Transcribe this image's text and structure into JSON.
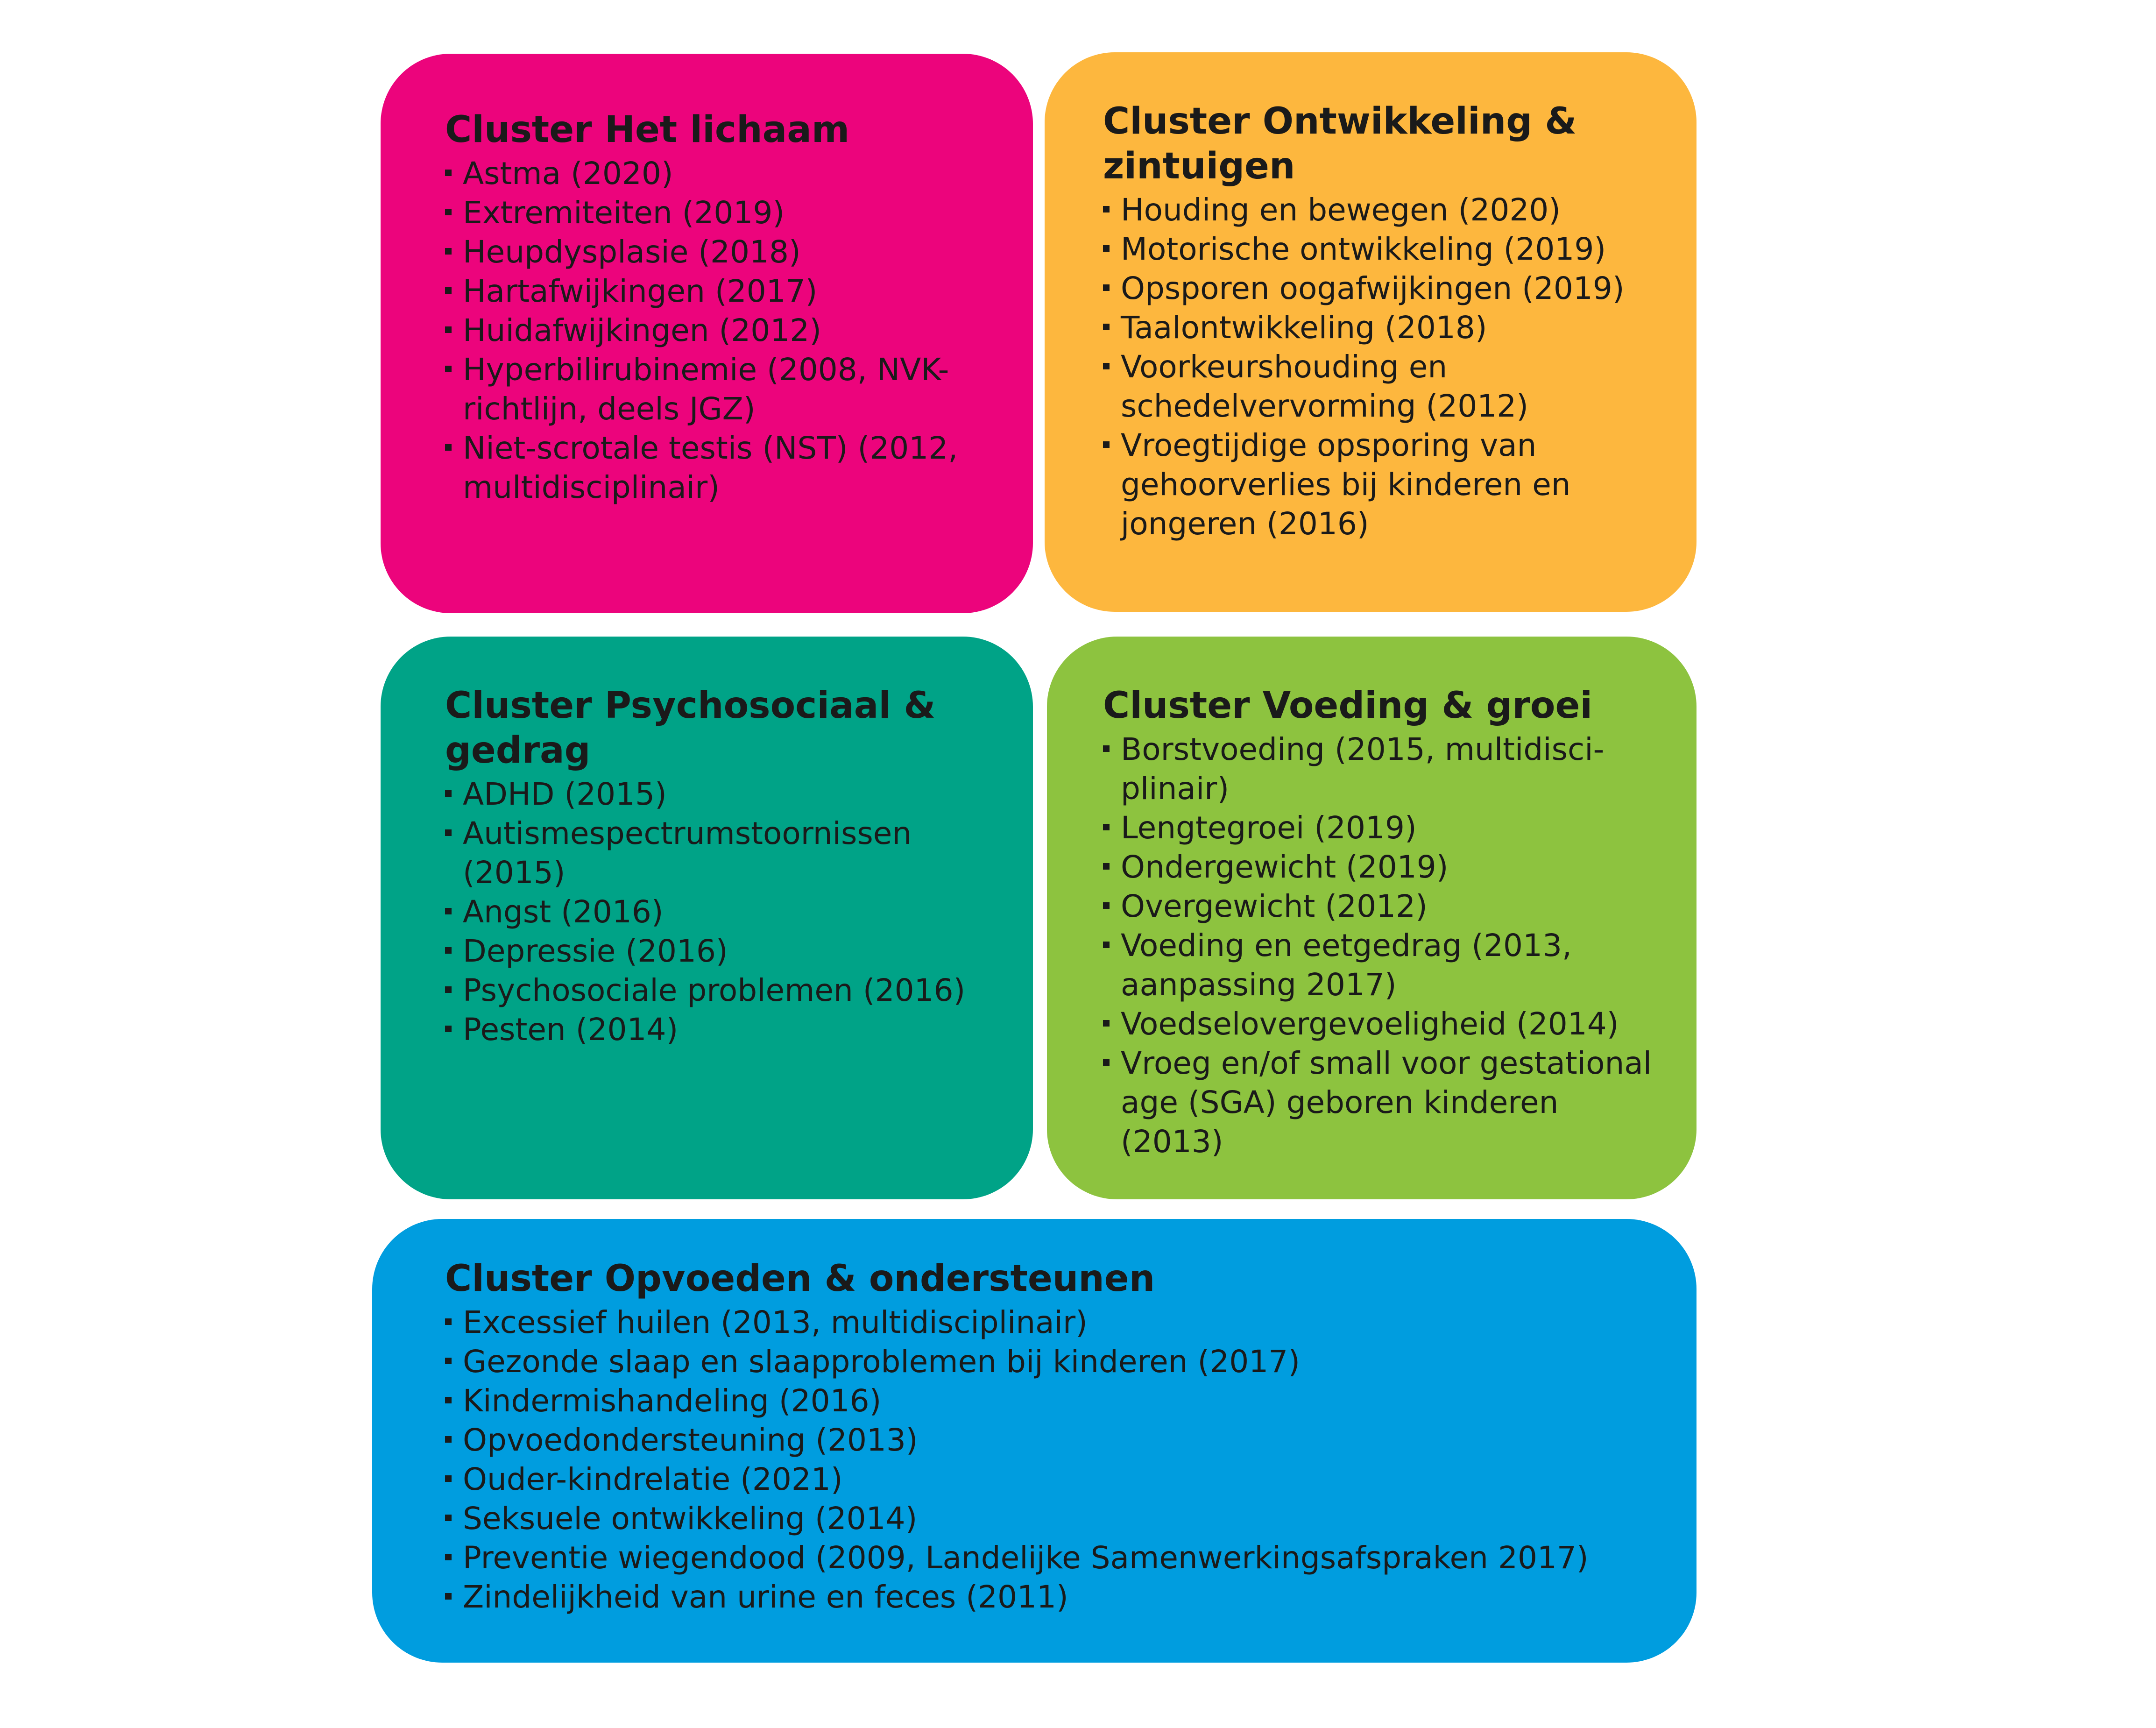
{
  "clusters": {
    "lichaam": {
      "color": "#EC047C",
      "title": "Cluster Het lichaam",
      "items": [
        "Astma (2020)",
        "Extremiteiten (2019)",
        "Heupdysplasie (2018)",
        "Hartafwijkingen (2017)",
        "Huidafwijkingen (2012)",
        "Hyperbilirubinemie (2008, NVK-richtlijn, deels JGZ)",
        "Niet-scrotale testis (NST) (2012, multidisciplinair)"
      ]
    },
    "ontwikkeling": {
      "color": "#FDB73E",
      "title": "Cluster Ontwikkeling & zintuigen",
      "items": [
        "Houding en bewegen (2020)",
        "Motorische ontwikkeling (2019)",
        "Opsporen oogafwijkingen (2019)",
        "Taalontwikkeling (2018)",
        "Voorkeurshouding en schedelvervorming (2012)",
        "Vroegtijdige opsporing van gehoorverlies bij kinderen en jongeren (2016)"
      ]
    },
    "psycho": {
      "color": "#00A387",
      "title": "Cluster Psychosociaal & gedrag",
      "items": [
        "ADHD (2015)",
        "Autismespectrumstoornissen (2015)",
        "Angst (2016)",
        "Depressie (2016)",
        "Psychosociale problemen (2016)",
        "Pesten (2014)"
      ]
    },
    "voeding": {
      "color": "#8DC33F",
      "title": "Cluster Voeding & groei",
      "items": [
        "Borstvoeding (2015, multidisci-plinair)",
        "Lengtegroei (2019)",
        "Ondergewicht (2019)",
        "Overgewicht (2012)",
        "Voeding en eetgedrag (2013, aanpassing 2017)",
        "Voedselovergevoeligheid (2014)",
        "Vroeg en/of small voor gestational age (SGA) geboren kinderen (2013)"
      ]
    },
    "opvoeden": {
      "color": "#009DDF",
      "title": "Cluster Opvoeden & ondersteunen",
      "items": [
        "Excessief huilen (2013, multidisciplinair)",
        "Gezonde slaap en slaapproblemen bij kinderen (2017)",
        "Kindermishandeling (2016)",
        "Opvoedondersteuning (2013)",
        "Ouder-kindrelatie (2021)",
        "Seksuele ontwikkeling (2014)",
        "Preventie wiegendood (2009, Landelijke Samenwerkingsafspraken 2017)",
        "Zindelijkheid van urine en feces (2011)"
      ]
    }
  }
}
